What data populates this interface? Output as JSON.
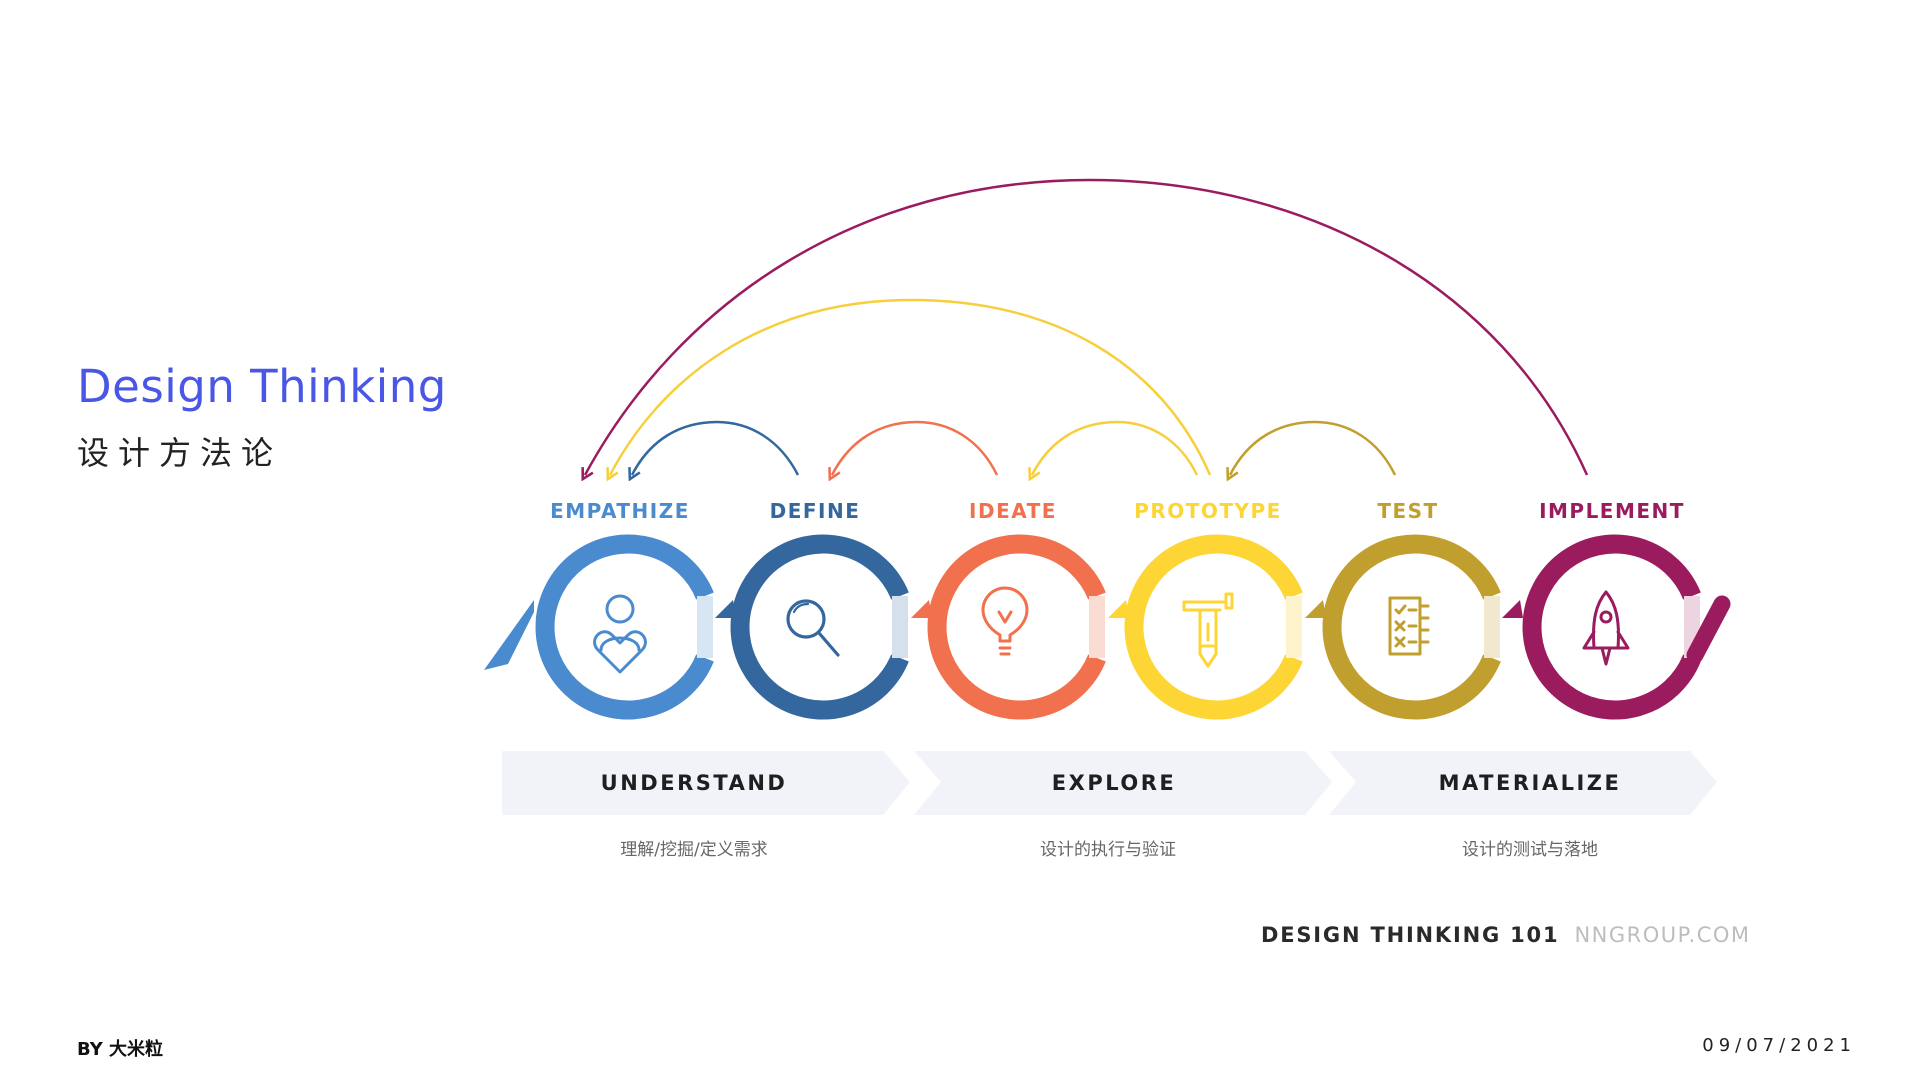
{
  "title": "Design Thinking",
  "subtitle": "设计方法论",
  "author": "BY 大米粒",
  "date": "09/07/2021",
  "stages": [
    {
      "label": "EMPATHIZE",
      "color": "#4A8BCF",
      "icon": "person-heart-icon"
    },
    {
      "label": "DEFINE",
      "color": "#33679E",
      "icon": "magnifier-icon"
    },
    {
      "label": "IDEATE",
      "color": "#F1714E",
      "icon": "lightbulb-icon"
    },
    {
      "label": "PROTOTYPE",
      "color": "#FDD535",
      "icon": "hammer-pencil-icon"
    },
    {
      "label": "TEST",
      "color": "#C19F2E",
      "icon": "checklist-icon"
    },
    {
      "label": "IMPLEMENT",
      "color": "#9A1C5F",
      "icon": "rocket-icon"
    }
  ],
  "phases": [
    {
      "label": "UNDERSTAND",
      "desc": "理解/挖掘/定义需求"
    },
    {
      "label": "EXPLORE",
      "desc": "设计的执行与验证"
    },
    {
      "label": "MATERIALIZE",
      "desc": "设计的测试与落地"
    }
  ],
  "phase_band_color": "#F1F3F8",
  "credit": {
    "bold": "DESIGN THINKING 101",
    "light": "NNGROUP.COM"
  }
}
